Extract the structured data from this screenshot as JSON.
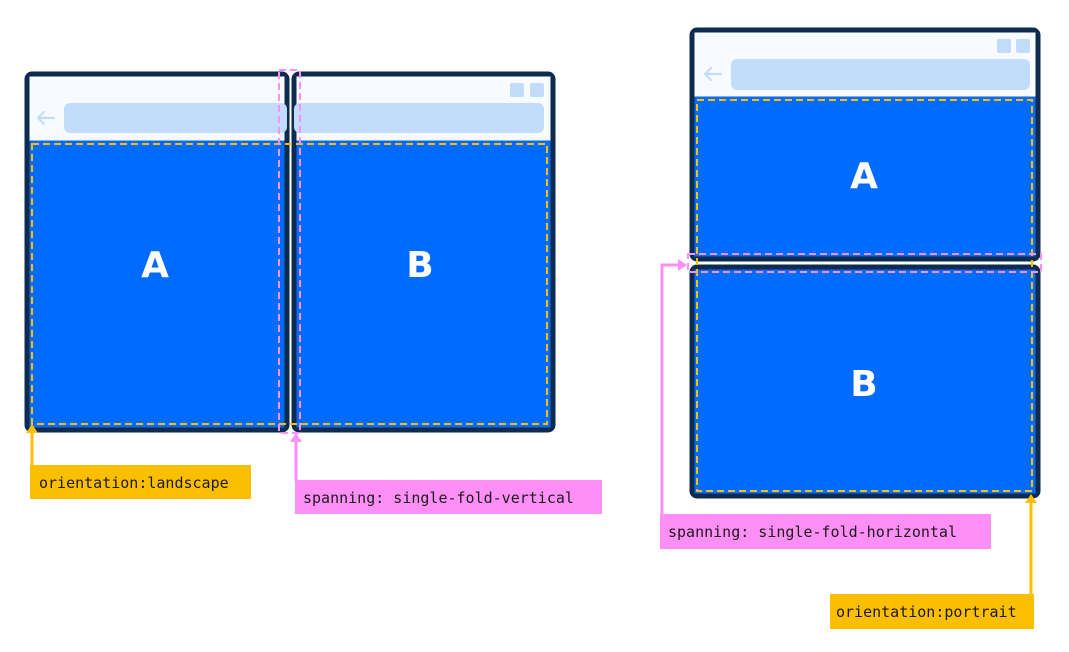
{
  "colors": {
    "frame": "#0d2b4e",
    "chrome": "#f7fbff",
    "address_bar": "#c2ddfb",
    "window_button": "#c2ddfb",
    "back_arrow": "#c2ddfb",
    "pane": "#006bff",
    "orientation_accent": "#fbbf00",
    "spanning_accent": "#ff8ff6"
  },
  "icons": {
    "back": "left-arrow-icon",
    "window_controls": "window-button-icon"
  },
  "landscape_device": {
    "pane_a_label": "A",
    "pane_b_label": "B",
    "orientation_tag": "orientation:landscape",
    "spanning_tag": "spanning: single-fold-vertical"
  },
  "portrait_device": {
    "pane_a_label": "A",
    "pane_b_label": "B",
    "orientation_tag": "orientation:portrait",
    "spanning_tag": "spanning: single-fold-horizontal"
  }
}
